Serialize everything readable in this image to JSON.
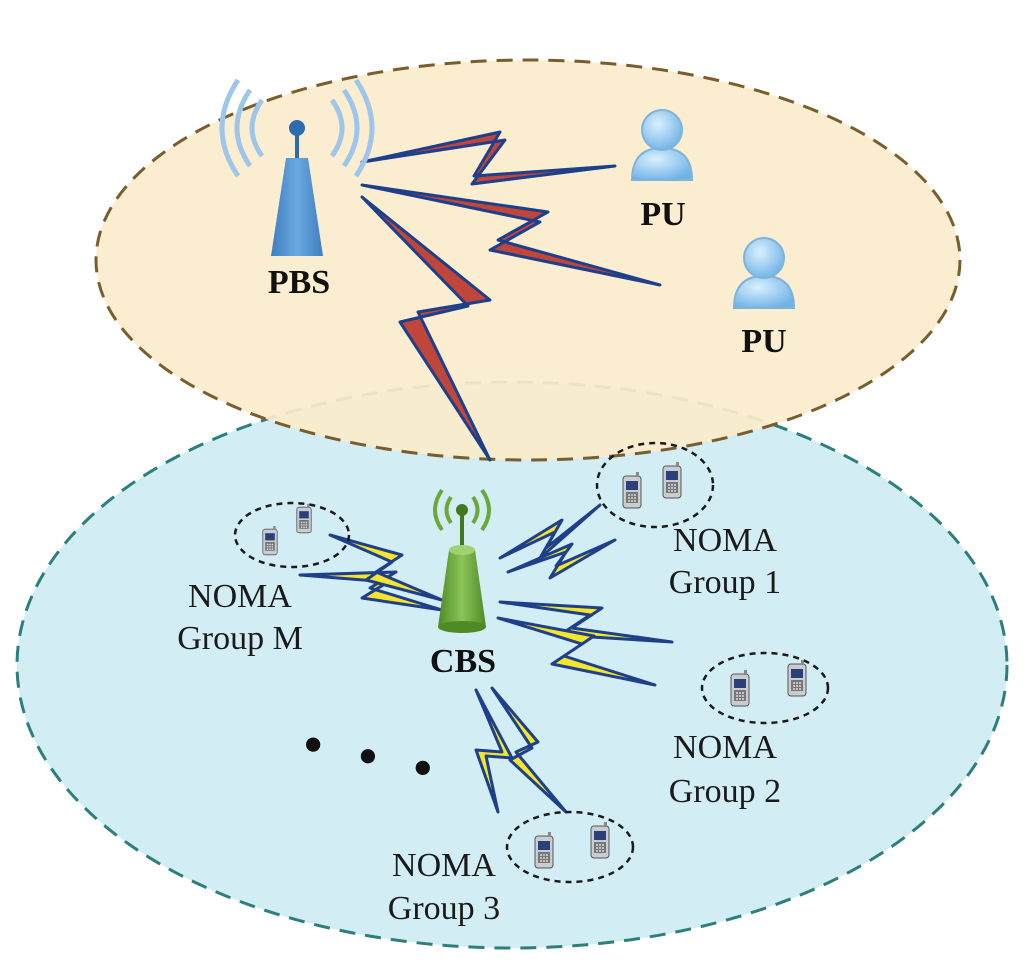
{
  "colors": {
    "primary_zone_fill": "#fbeccb",
    "primary_zone_border": "#7a5d2c",
    "secondary_zone_fill": "#d3edf5",
    "secondary_zone_border": "#2c7f7a",
    "pbs_tower": "#4f92d1",
    "cbs_tower": "#6aa83a",
    "primary_link": "#c0453a",
    "secondary_link": "#f4e62d",
    "link_outline": "#1e3f8a",
    "user_icon": "#8cc6ee"
  },
  "nodes": {
    "pbs": {
      "label": "PBS",
      "icon": "antenna-tower-icon"
    },
    "cbs": {
      "label": "CBS",
      "icon": "antenna-tower-icon"
    },
    "pu1": {
      "label": "PU",
      "icon": "user-icon"
    },
    "pu2": {
      "label": "PU",
      "icon": "user-icon"
    }
  },
  "groups": [
    {
      "line1": "NOMA",
      "line2": "Group 1",
      "icon": "mobile-phone-icon"
    },
    {
      "line1": "NOMA",
      "line2": "Group 2",
      "icon": "mobile-phone-icon"
    },
    {
      "line1": "NOMA",
      "line2": "Group 3",
      "icon": "mobile-phone-icon"
    },
    {
      "line1": "NOMA",
      "line2": "Group M",
      "icon": "mobile-phone-icon"
    }
  ],
  "ellipsis": "• • •"
}
